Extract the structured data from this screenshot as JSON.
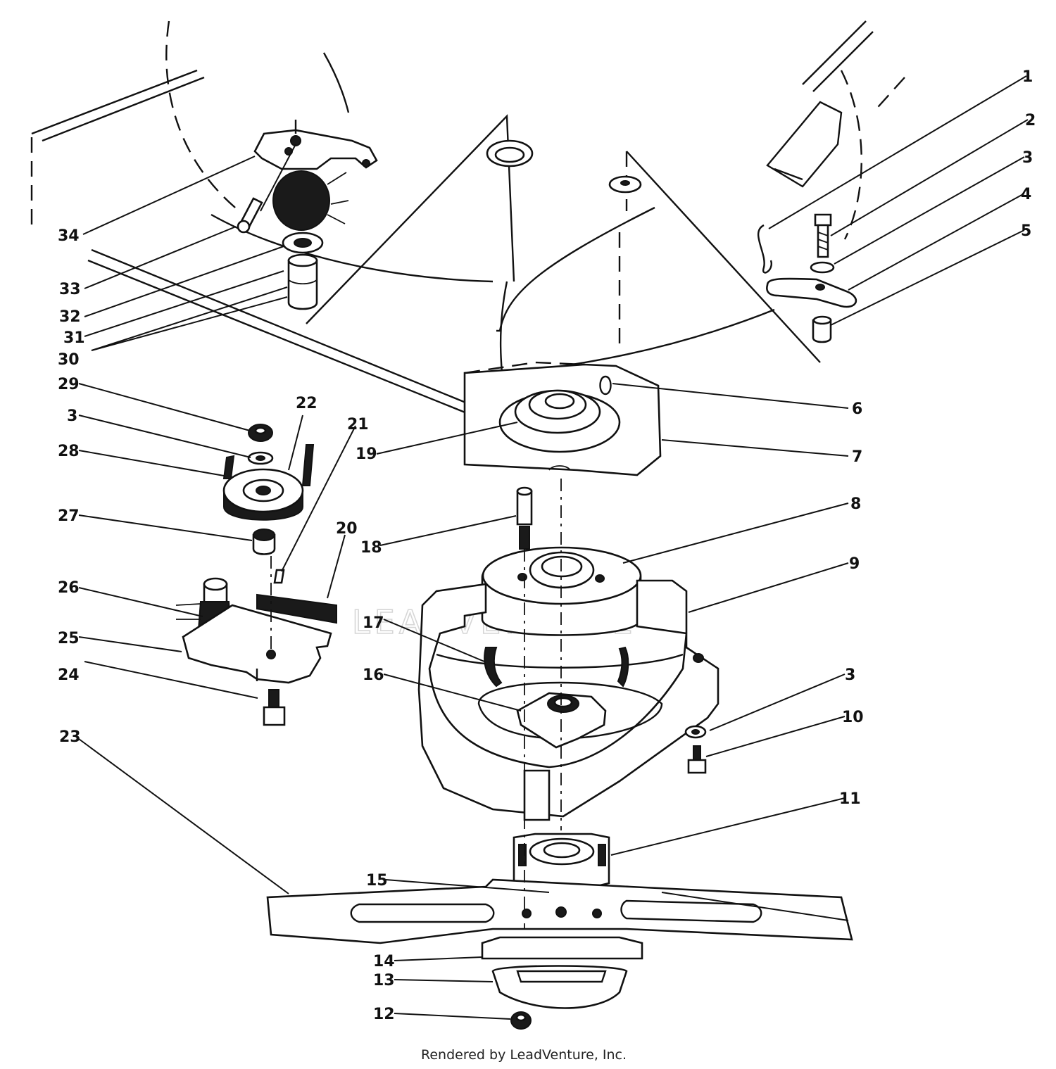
{
  "diagram": {
    "labels": [
      "1",
      "2",
      "3",
      "4",
      "5",
      "6",
      "7",
      "8",
      "9",
      "3",
      "10",
      "11",
      "12",
      "13",
      "14",
      "15",
      "16",
      "17",
      "18",
      "19",
      "20",
      "21",
      "22",
      "23",
      "24",
      "25",
      "26",
      "27",
      "3",
      "28",
      "29",
      "30",
      "31",
      "32",
      "33",
      "34"
    ],
    "watermark": "LEADVENTURE",
    "credit": "Rendered by LeadVenture, Inc."
  },
  "colors": {
    "line": "#111111",
    "background": "#ffffff",
    "watermark": "#d6d6d6"
  }
}
